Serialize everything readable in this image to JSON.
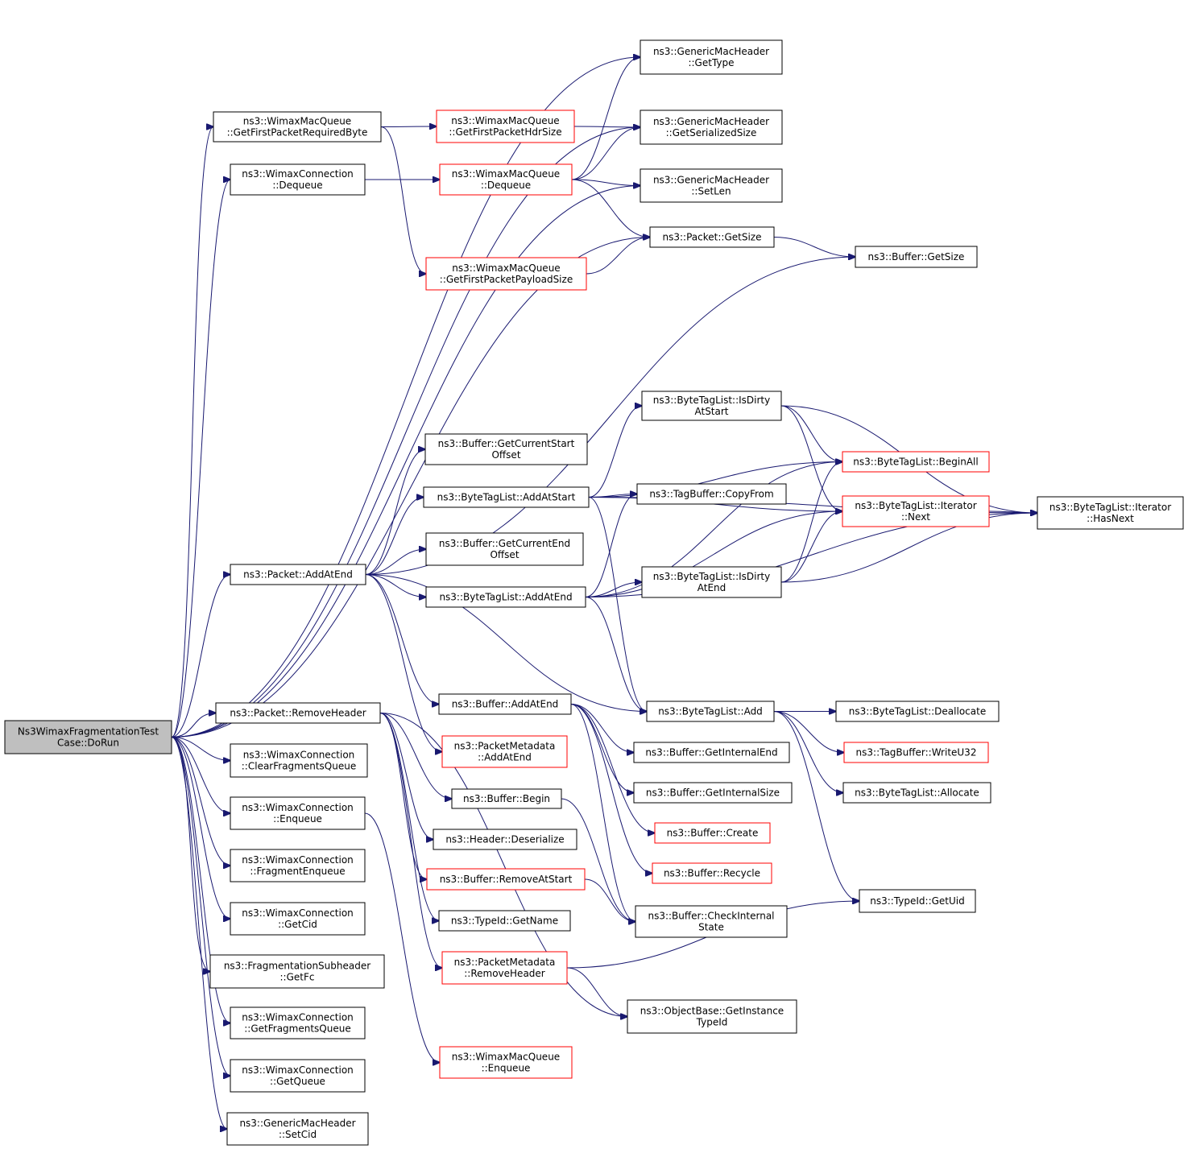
{
  "colors": {
    "edge": "#191970",
    "root_fill": "#bfbfbf",
    "truncated_border": "#ff0000",
    "normal_border": "#000000"
  },
  "nodes": [
    {
      "id": "root",
      "name": "node-dorun",
      "lines": [
        "Ns3WimaxFragmentationTest",
        "Case::DoRun"
      ],
      "style": "root"
    },
    {
      "id": "gmh_gettype",
      "name": "node-genericmacheader-gettype",
      "lines": [
        "ns3::GenericMacHeader",
        "::GetType"
      ],
      "style": "normal"
    },
    {
      "id": "wmq_gfprb",
      "name": "node-wimaxmacqueue-getfirstpacketrequiredbyte",
      "lines": [
        "ns3::WimaxMacQueue",
        "::GetFirstPacketRequiredByte"
      ],
      "style": "normal"
    },
    {
      "id": "wmq_gfphs",
      "name": "node-wimaxmacqueue-getfirstpackethdrsize",
      "lines": [
        "ns3::WimaxMacQueue",
        "::GetFirstPacketHdrSize"
      ],
      "style": "red"
    },
    {
      "id": "gmh_gss",
      "name": "node-genericmacheader-getserializedsize",
      "lines": [
        "ns3::GenericMacHeader",
        "::GetSerializedSize"
      ],
      "style": "normal"
    },
    {
      "id": "wc_dequeue",
      "name": "node-wimaxconnection-dequeue",
      "lines": [
        "ns3::WimaxConnection",
        "::Dequeue"
      ],
      "style": "normal"
    },
    {
      "id": "wmq_dequeue",
      "name": "node-wimaxmacqueue-dequeue",
      "lines": [
        "ns3::WimaxMacQueue",
        "::Dequeue"
      ],
      "style": "red"
    },
    {
      "id": "gmh_setlen",
      "name": "node-genericmacheader-setlen",
      "lines": [
        "ns3::GenericMacHeader",
        "::SetLen"
      ],
      "style": "normal"
    },
    {
      "id": "pkt_getsize",
      "name": "node-packet-getsize",
      "lines": [
        "ns3::Packet::GetSize"
      ],
      "style": "normal"
    },
    {
      "id": "buf_getsize",
      "name": "node-buffer-getsize",
      "lines": [
        "ns3::Buffer::GetSize"
      ],
      "style": "normal"
    },
    {
      "id": "wmq_gfpps",
      "name": "node-wimaxmacqueue-getfirstpacketpayloadsize",
      "lines": [
        "ns3::WimaxMacQueue",
        "::GetFirstPacketPayloadSize"
      ],
      "style": "red"
    },
    {
      "id": "btl_isdirtyatstart",
      "name": "node-bytetaglist-isdirtyatstart",
      "lines": [
        "ns3::ByteTagList::IsDirty",
        "AtStart"
      ],
      "style": "normal"
    },
    {
      "id": "buf_gcso",
      "name": "node-buffer-getcurrentstartoffset",
      "lines": [
        "ns3::Buffer::GetCurrentStart",
        "Offset"
      ],
      "style": "normal"
    },
    {
      "id": "btl_beginall",
      "name": "node-bytetaglist-beginall",
      "lines": [
        "ns3::ByteTagList::BeginAll"
      ],
      "style": "red"
    },
    {
      "id": "btl_addatstart",
      "name": "node-bytetaglist-addatstart",
      "lines": [
        "ns3::ByteTagList::AddAtStart"
      ],
      "style": "normal"
    },
    {
      "id": "tb_copyfrom",
      "name": "node-tagbuffer-copyfrom",
      "lines": [
        "ns3::TagBuffer::CopyFrom"
      ],
      "style": "normal"
    },
    {
      "id": "btl_it_next",
      "name": "node-bytetaglist-iterator-next",
      "lines": [
        "ns3::ByteTagList::Iterator",
        "::Next"
      ],
      "style": "red"
    },
    {
      "id": "btl_it_hasnext",
      "name": "node-bytetaglist-iterator-hasnext",
      "lines": [
        "ns3::ByteTagList::Iterator",
        "::HasNext"
      ],
      "style": "normal"
    },
    {
      "id": "buf_gceo",
      "name": "node-buffer-getcurrentendoffset",
      "lines": [
        "ns3::Buffer::GetCurrentEnd",
        "Offset"
      ],
      "style": "normal"
    },
    {
      "id": "pkt_addatend",
      "name": "node-packet-addatend",
      "lines": [
        "ns3::Packet::AddAtEnd"
      ],
      "style": "normal"
    },
    {
      "id": "btl_isdirtyatend",
      "name": "node-bytetaglist-isdirtyatend",
      "lines": [
        "ns3::ByteTagList::IsDirty",
        "AtEnd"
      ],
      "style": "normal"
    },
    {
      "id": "btl_addatend",
      "name": "node-bytetaglist-addatend",
      "lines": [
        "ns3::ByteTagList::AddAtEnd"
      ],
      "style": "normal"
    },
    {
      "id": "buf_addatend",
      "name": "node-buffer-addatend",
      "lines": [
        "ns3::Buffer::AddAtEnd"
      ],
      "style": "normal"
    },
    {
      "id": "btl_add",
      "name": "node-bytetaglist-add",
      "lines": [
        "ns3::ByteTagList::Add"
      ],
      "style": "normal"
    },
    {
      "id": "btl_dealloc",
      "name": "node-bytetaglist-deallocate",
      "lines": [
        "ns3::ByteTagList::Deallocate"
      ],
      "style": "normal"
    },
    {
      "id": "pkt_removeheader",
      "name": "node-packet-removeheader",
      "lines": [
        "ns3::Packet::RemoveHeader"
      ],
      "style": "normal"
    },
    {
      "id": "pm_addatend",
      "name": "node-packetmetadata-addatend",
      "lines": [
        "ns3::PacketMetadata",
        "::AddAtEnd"
      ],
      "style": "red"
    },
    {
      "id": "buf_gie",
      "name": "node-buffer-getinternalend",
      "lines": [
        "ns3::Buffer::GetInternalEnd"
      ],
      "style": "normal"
    },
    {
      "id": "tb_writeu32",
      "name": "node-tagbuffer-writeu32",
      "lines": [
        "ns3::TagBuffer::WriteU32"
      ],
      "style": "red"
    },
    {
      "id": "wc_cfq",
      "name": "node-wimaxconnection-clearfragmentsqueue",
      "lines": [
        "ns3::WimaxConnection",
        "::ClearFragmentsQueue"
      ],
      "style": "normal"
    },
    {
      "id": "buf_begin",
      "name": "node-buffer-begin",
      "lines": [
        "ns3::Buffer::Begin"
      ],
      "style": "normal"
    },
    {
      "id": "buf_gis",
      "name": "node-buffer-getinternalsize",
      "lines": [
        "ns3::Buffer::GetInternalSize"
      ],
      "style": "normal"
    },
    {
      "id": "btl_allocate",
      "name": "node-bytetaglist-allocate",
      "lines": [
        "ns3::ByteTagList::Allocate"
      ],
      "style": "normal"
    },
    {
      "id": "wc_enqueue",
      "name": "node-wimaxconnection-enqueue",
      "lines": [
        "ns3::WimaxConnection",
        "::Enqueue"
      ],
      "style": "normal"
    },
    {
      "id": "buf_create",
      "name": "node-buffer-create",
      "lines": [
        "ns3::Buffer::Create"
      ],
      "style": "red"
    },
    {
      "id": "hdr_deserialize",
      "name": "node-header-deserialize",
      "lines": [
        "ns3::Header::Deserialize"
      ],
      "style": "normal"
    },
    {
      "id": "wc_fragenqueue",
      "name": "node-wimaxconnection-fragmentenqueue",
      "lines": [
        "ns3::WimaxConnection",
        "::FragmentEnqueue"
      ],
      "style": "normal"
    },
    {
      "id": "buf_recycle",
      "name": "node-buffer-recycle",
      "lines": [
        "ns3::Buffer::Recycle"
      ],
      "style": "red"
    },
    {
      "id": "buf_ras",
      "name": "node-buffer-removeatstart",
      "lines": [
        "ns3::Buffer::RemoveAtStart"
      ],
      "style": "red"
    },
    {
      "id": "typeid_getuid",
      "name": "node-typeid-getuid",
      "lines": [
        "ns3::TypeId::GetUid"
      ],
      "style": "normal"
    },
    {
      "id": "wc_getcid",
      "name": "node-wimaxconnection-getcid",
      "lines": [
        "ns3::WimaxConnection",
        "::GetCid"
      ],
      "style": "normal"
    },
    {
      "id": "typeid_getname",
      "name": "node-typeid-getname",
      "lines": [
        "ns3::TypeId::GetName"
      ],
      "style": "normal"
    },
    {
      "id": "buf_cis",
      "name": "node-buffer-checkinternalstate",
      "lines": [
        "ns3::Buffer::CheckInternal",
        "State"
      ],
      "style": "normal"
    },
    {
      "id": "fs_getfc",
      "name": "node-fragmentationsubheader-getfc",
      "lines": [
        "ns3::FragmentationSubheader",
        "::GetFc"
      ],
      "style": "normal"
    },
    {
      "id": "pm_removeheader",
      "name": "node-packetmetadata-removeheader",
      "lines": [
        "ns3::PacketMetadata",
        "::RemoveHeader"
      ],
      "style": "red"
    },
    {
      "id": "wc_gfq",
      "name": "node-wimaxconnection-getfragmentsqueue",
      "lines": [
        "ns3::WimaxConnection",
        "::GetFragmentsQueue"
      ],
      "style": "normal"
    },
    {
      "id": "ob_gitid",
      "name": "node-objectbase-getinstancetypeid",
      "lines": [
        "ns3::ObjectBase::GetInstance",
        "TypeId"
      ],
      "style": "normal"
    },
    {
      "id": "wmq_enqueue",
      "name": "node-wimaxmacqueue-enqueue",
      "lines": [
        "ns3::WimaxMacQueue",
        "::Enqueue"
      ],
      "style": "red"
    },
    {
      "id": "wc_getqueue",
      "name": "node-wimaxconnection-getqueue",
      "lines": [
        "ns3::WimaxConnection",
        "::GetQueue"
      ],
      "style": "normal"
    },
    {
      "id": "gmh_setcid",
      "name": "node-genericmacheader-setcid",
      "lines": [
        "ns3::GenericMacHeader",
        "::SetCid"
      ],
      "style": "normal"
    }
  ],
  "edges": [
    [
      "root",
      "gmh_gettype"
    ],
    [
      "root",
      "gmh_gss"
    ],
    [
      "root",
      "wmq_gfprb"
    ],
    [
      "root",
      "wc_dequeue"
    ],
    [
      "root",
      "gmh_setlen"
    ],
    [
      "root",
      "pkt_getsize"
    ],
    [
      "root",
      "pkt_addatend"
    ],
    [
      "root",
      "pkt_removeheader"
    ],
    [
      "root",
      "wc_cfq"
    ],
    [
      "root",
      "wc_enqueue"
    ],
    [
      "root",
      "wc_fragenqueue"
    ],
    [
      "root",
      "wc_getcid"
    ],
    [
      "root",
      "fs_getfc"
    ],
    [
      "root",
      "wc_gfq"
    ],
    [
      "root",
      "wc_getqueue"
    ],
    [
      "root",
      "gmh_setcid"
    ],
    [
      "wmq_gfprb",
      "wmq_gfphs"
    ],
    [
      "wmq_gfprb",
      "wmq_gfpps"
    ],
    [
      "wmq_gfphs",
      "gmh_gss"
    ],
    [
      "wc_dequeue",
      "wmq_dequeue"
    ],
    [
      "wmq_dequeue",
      "gmh_gettype"
    ],
    [
      "wmq_dequeue",
      "gmh_gss"
    ],
    [
      "wmq_dequeue",
      "gmh_setlen"
    ],
    [
      "wmq_dequeue",
      "pkt_getsize"
    ],
    [
      "wmq_gfpps",
      "pkt_getsize"
    ],
    [
      "pkt_getsize",
      "buf_getsize"
    ],
    [
      "pkt_addatend",
      "buf_getsize"
    ],
    [
      "pkt_addatend",
      "buf_gcso"
    ],
    [
      "pkt_addatend",
      "btl_addatstart"
    ],
    [
      "pkt_addatend",
      "buf_gceo"
    ],
    [
      "pkt_addatend",
      "btl_addatend"
    ],
    [
      "pkt_addatend",
      "buf_addatend"
    ],
    [
      "pkt_addatend",
      "btl_add"
    ],
    [
      "pkt_addatend",
      "pm_addatend"
    ],
    [
      "btl_addatstart",
      "btl_isdirtyatstart"
    ],
    [
      "btl_addatstart",
      "btl_beginall"
    ],
    [
      "btl_addatstart",
      "tb_copyfrom"
    ],
    [
      "btl_addatstart",
      "btl_it_next"
    ],
    [
      "btl_addatstart",
      "btl_it_hasnext"
    ],
    [
      "btl_addatstart",
      "btl_add"
    ],
    [
      "btl_isdirtyatstart",
      "btl_beginall"
    ],
    [
      "btl_isdirtyatstart",
      "btl_it_next"
    ],
    [
      "btl_isdirtyatstart",
      "btl_it_hasnext"
    ],
    [
      "btl_it_next",
      "btl_it_hasnext"
    ],
    [
      "btl_addatend",
      "btl_isdirtyatend"
    ],
    [
      "btl_addatend",
      "btl_beginall"
    ],
    [
      "btl_addatend",
      "tb_copyfrom"
    ],
    [
      "btl_addatend",
      "btl_it_next"
    ],
    [
      "btl_addatend",
      "btl_it_hasnext"
    ],
    [
      "btl_addatend",
      "btl_add"
    ],
    [
      "btl_isdirtyatend",
      "btl_beginall"
    ],
    [
      "btl_isdirtyatend",
      "btl_it_next"
    ],
    [
      "btl_isdirtyatend",
      "btl_it_hasnext"
    ],
    [
      "buf_addatend",
      "buf_gie"
    ],
    [
      "buf_addatend",
      "buf_gis"
    ],
    [
      "buf_addatend",
      "buf_create"
    ],
    [
      "buf_addatend",
      "buf_recycle"
    ],
    [
      "buf_addatend",
      "buf_cis"
    ],
    [
      "btl_add",
      "btl_dealloc"
    ],
    [
      "btl_add",
      "tb_writeu32"
    ],
    [
      "btl_add",
      "btl_allocate"
    ],
    [
      "btl_add",
      "typeid_getuid"
    ],
    [
      "pkt_removeheader",
      "buf_begin"
    ],
    [
      "pkt_removeheader",
      "hdr_deserialize"
    ],
    [
      "pkt_removeheader",
      "buf_ras"
    ],
    [
      "pkt_removeheader",
      "typeid_getname"
    ],
    [
      "pkt_removeheader",
      "pm_removeheader"
    ],
    [
      "pkt_removeheader",
      "ob_gitid"
    ],
    [
      "buf_begin",
      "buf_cis"
    ],
    [
      "buf_ras",
      "buf_cis"
    ],
    [
      "pm_removeheader",
      "typeid_getuid"
    ],
    [
      "pm_removeheader",
      "ob_gitid"
    ],
    [
      "wc_enqueue",
      "wmq_enqueue"
    ]
  ]
}
